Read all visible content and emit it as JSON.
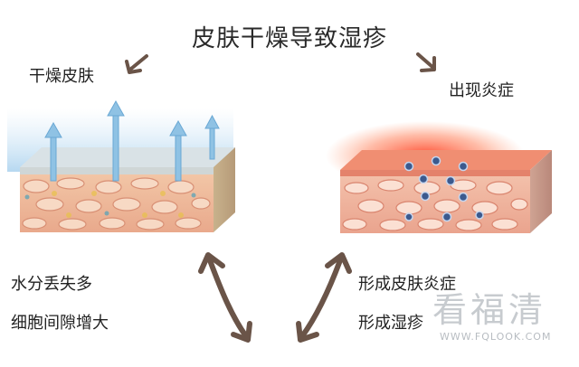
{
  "title": "皮肤干燥导致湿疹",
  "left": {
    "label": "干燥皮肤",
    "effects": [
      "水分丢失多",
      "细胞间隙增大"
    ]
  },
  "right": {
    "label": "出现炎症",
    "effects": [
      "形成皮肤炎症",
      "形成湿疹"
    ]
  },
  "watermark": {
    "text": "看福清",
    "url": "WWW.FQLOOK.COM"
  }
}
